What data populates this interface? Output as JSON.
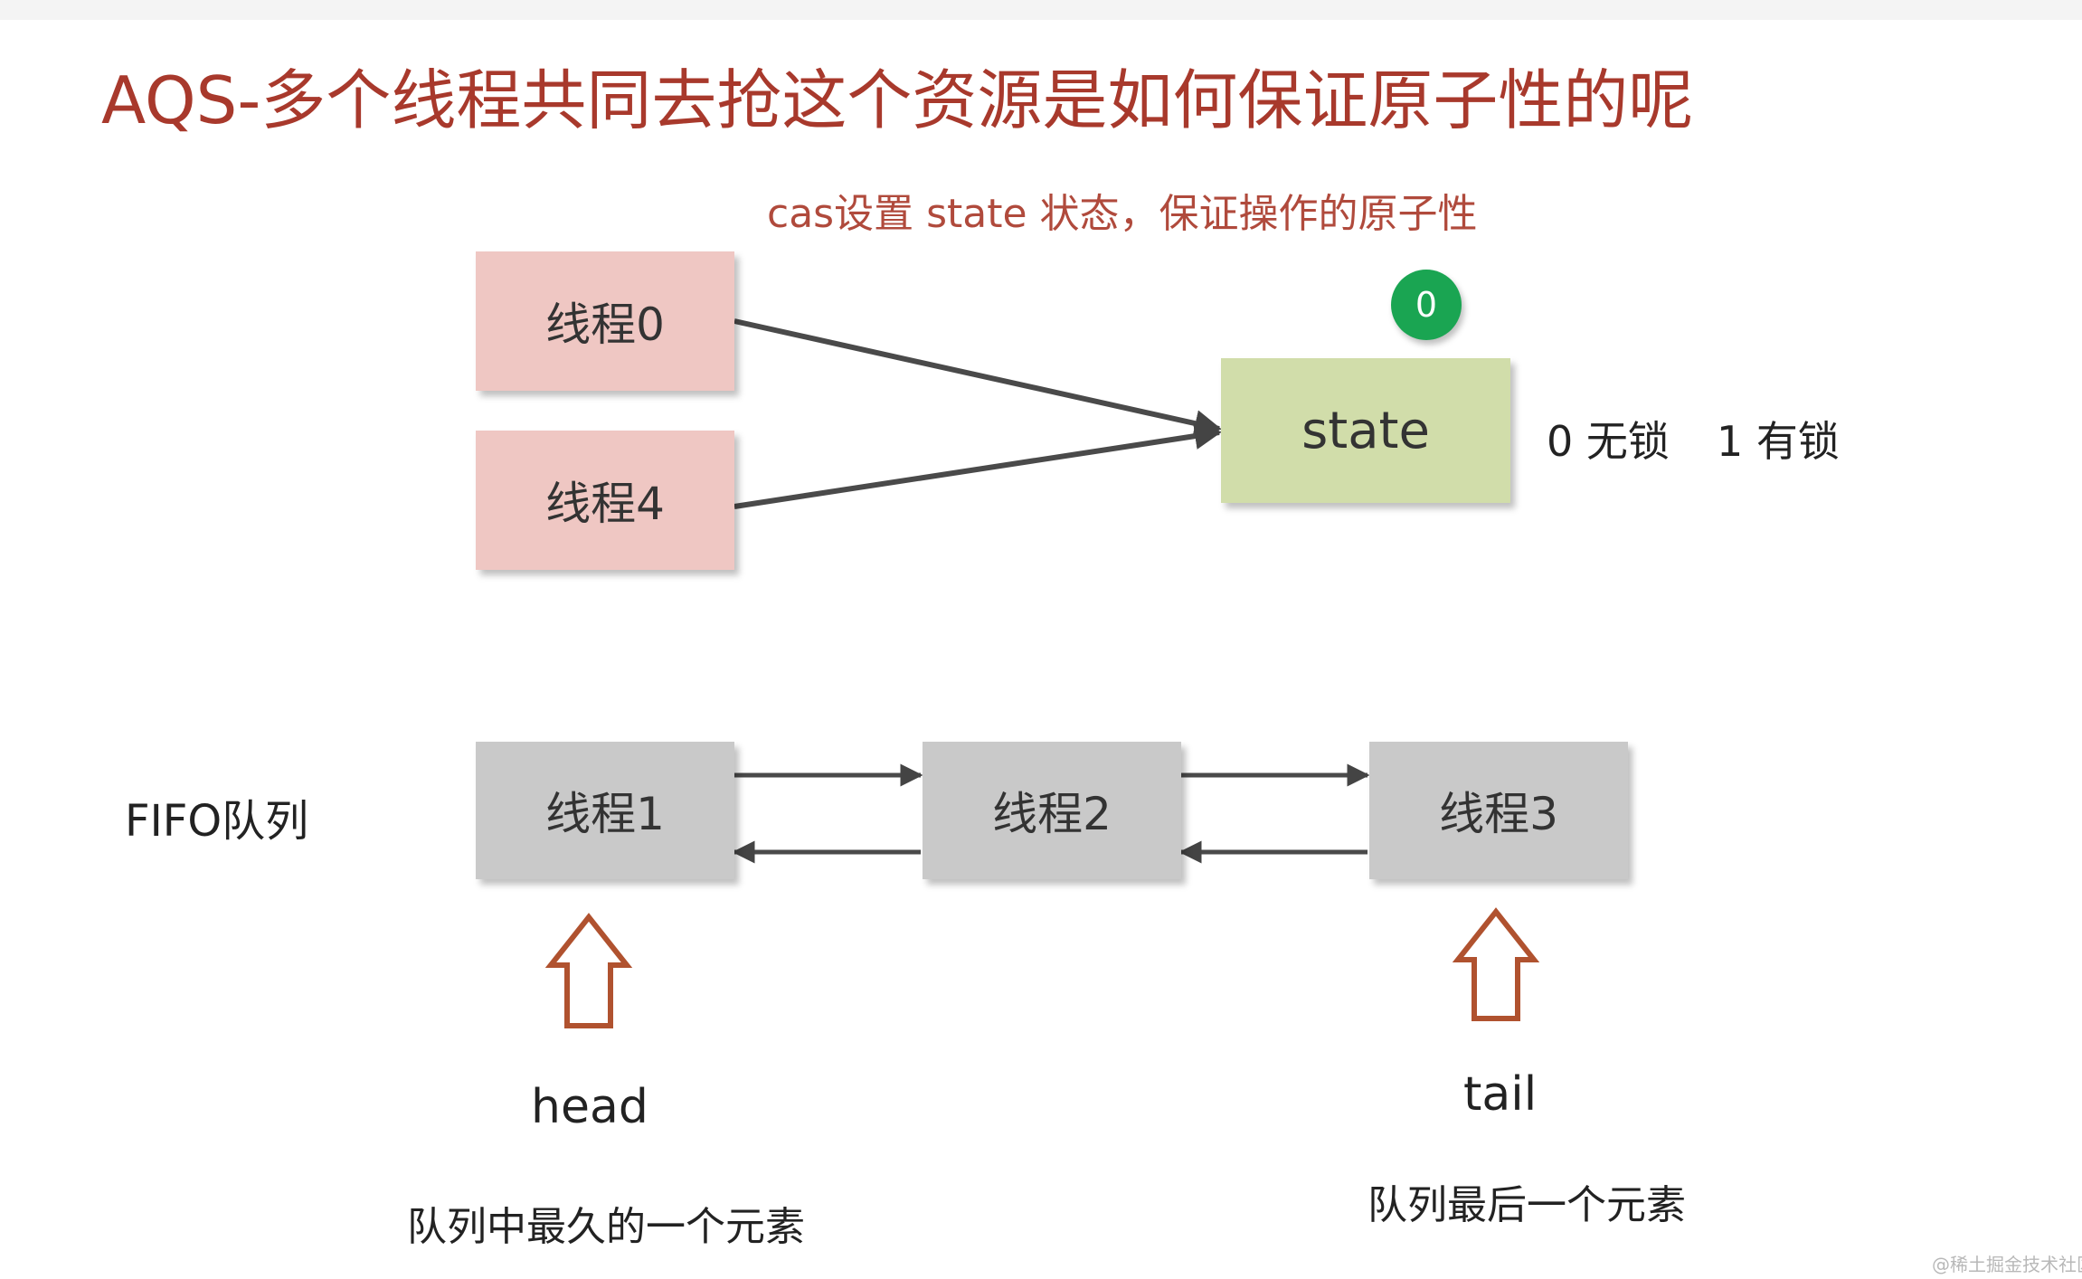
{
  "title": "AQS-多个线程共同去抢这个资源是如何保证原子性的呢",
  "subtitle": "cas设置 state 状态，保证操作的原子性",
  "threads": {
    "thread0": "线程0",
    "thread4": "线程4",
    "thread1": "线程1",
    "thread2": "线程2",
    "thread3": "线程3"
  },
  "state": {
    "label": "state",
    "value": "0",
    "legend_unlocked": "0 无锁",
    "legend_locked": "1 有锁"
  },
  "queue": {
    "label": "FIFO队列",
    "head_label": "head",
    "head_note": "队列中最久的一个元素",
    "tail_label": "tail",
    "tail_note": "队列最后一个元素"
  },
  "watermark": "@稀土掘金技术社区",
  "colors": {
    "title": "#a8392c",
    "thread_box": "#efc7c3",
    "queue_box": "#c9c9c9",
    "state_box": "#d1ddaa",
    "badge": "#1aa552",
    "pointer_arrow": "#b0522f"
  }
}
